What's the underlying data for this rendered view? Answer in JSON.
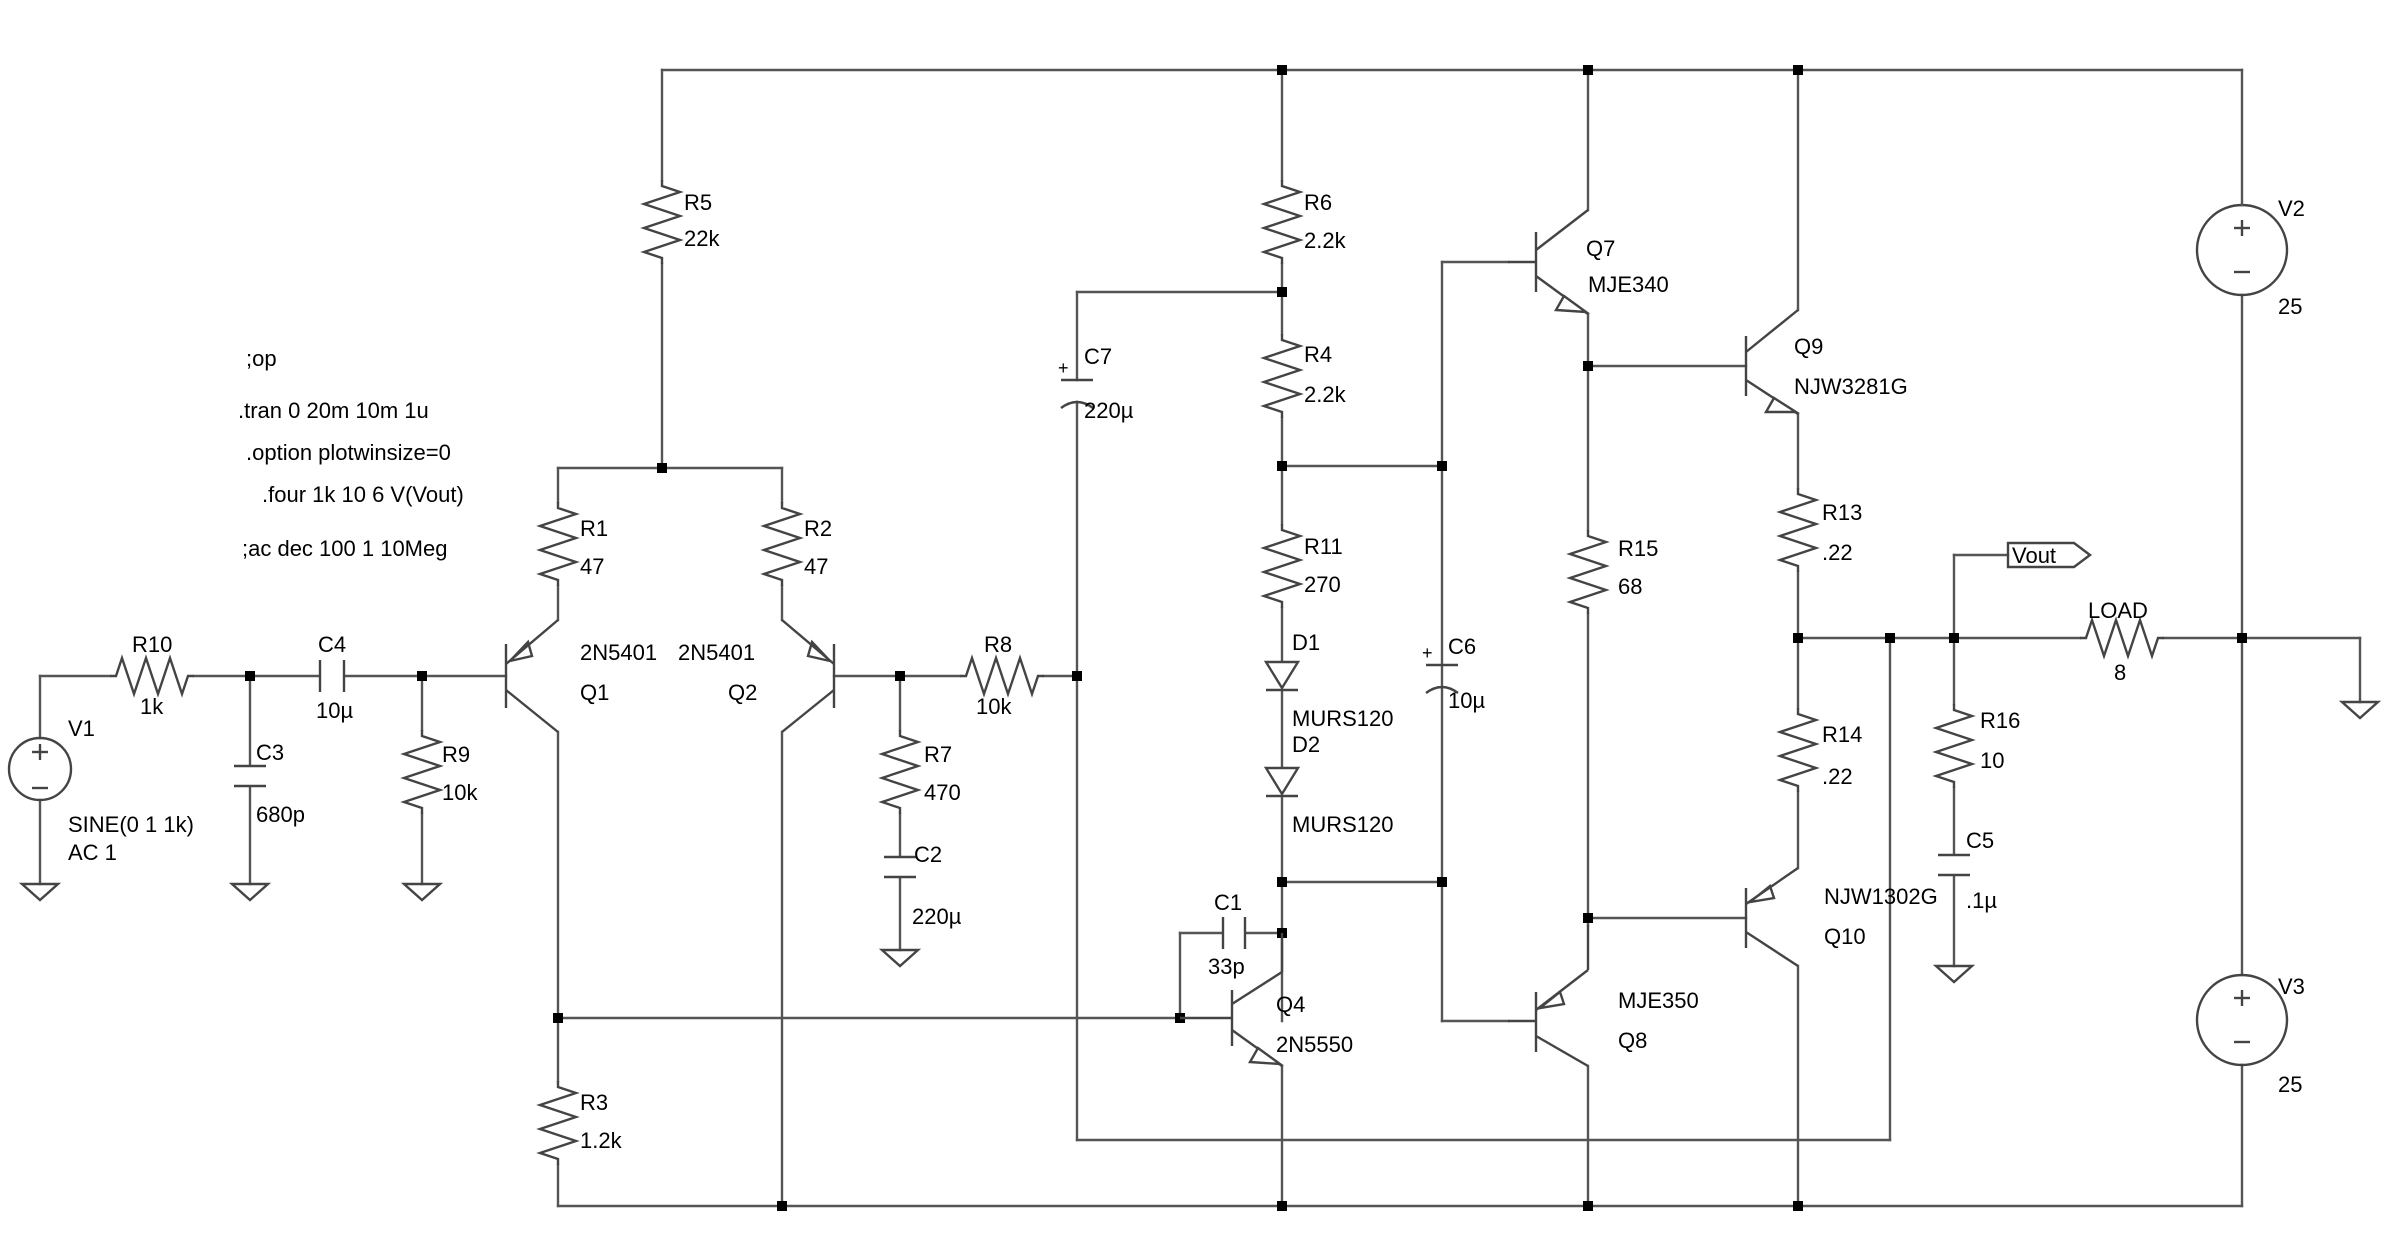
{
  "directives": [
    ";op",
    ".tran 0 20m 10m 1u",
    ".option plotwinsize=0",
    ".four 1k 10 6 V(Vout)",
    ";ac dec 100 1 10Meg"
  ],
  "components": {
    "R10": {
      "name": "R10",
      "value": "1k"
    },
    "R5": {
      "name": "R5",
      "value": "22k"
    },
    "R6": {
      "name": "R6",
      "value": "2.2k"
    },
    "R4": {
      "name": "R4",
      "value": "2.2k"
    },
    "R1": {
      "name": "R1",
      "value": "47"
    },
    "R2": {
      "name": "R2",
      "value": "47"
    },
    "R9": {
      "name": "R9",
      "value": "10k"
    },
    "R8": {
      "name": "R8",
      "value": "10k"
    },
    "R7": {
      "name": "R7",
      "value": "470"
    },
    "R11": {
      "name": "R11",
      "value": "270"
    },
    "R15": {
      "name": "R15",
      "value": "68"
    },
    "R13": {
      "name": "R13",
      "value": ".22"
    },
    "R14": {
      "name": "R14",
      "value": ".22"
    },
    "R16": {
      "name": "R16",
      "value": "10"
    },
    "R3": {
      "name": "R3",
      "value": "1.2k"
    },
    "LOAD": {
      "name": "LOAD",
      "value": "8"
    },
    "C4": {
      "name": "C4",
      "value": "10µ"
    },
    "C3": {
      "name": "C3",
      "value": "680p"
    },
    "C7": {
      "name": "C7",
      "value": "220µ"
    },
    "C2": {
      "name": "C2",
      "value": "220µ"
    },
    "C6": {
      "name": "C6",
      "value": "10µ"
    },
    "C1": {
      "name": "C1",
      "value": "33p"
    },
    "C5": {
      "name": "C5",
      "value": ".1µ"
    },
    "D1": {
      "name": "D1",
      "value": "MURS120"
    },
    "D2": {
      "name": "D2",
      "value": "MURS120"
    },
    "Q1": {
      "name": "Q1",
      "value": "2N5401"
    },
    "Q2": {
      "name": "Q2",
      "value": "2N5401"
    },
    "Q4": {
      "name": "Q4",
      "value": "2N5550"
    },
    "Q7": {
      "name": "Q7",
      "value": "MJE340"
    },
    "Q8": {
      "name": "Q8",
      "value": "MJE350"
    },
    "Q9": {
      "name": "Q9",
      "value": "NJW3281G"
    },
    "Q10": {
      "name": "Q10",
      "value": "NJW1302G"
    },
    "V1": {
      "name": "V1",
      "value1": "SINE(0 1 1k)",
      "value2": "AC 1"
    },
    "V2": {
      "name": "V2",
      "value": "25"
    },
    "V3": {
      "name": "V3",
      "value": "25"
    }
  },
  "net_labels": {
    "vout": "Vout"
  },
  "colors": {
    "wire": "#555555",
    "component": "#444444",
    "text": "#000000",
    "background": "#ffffff"
  }
}
